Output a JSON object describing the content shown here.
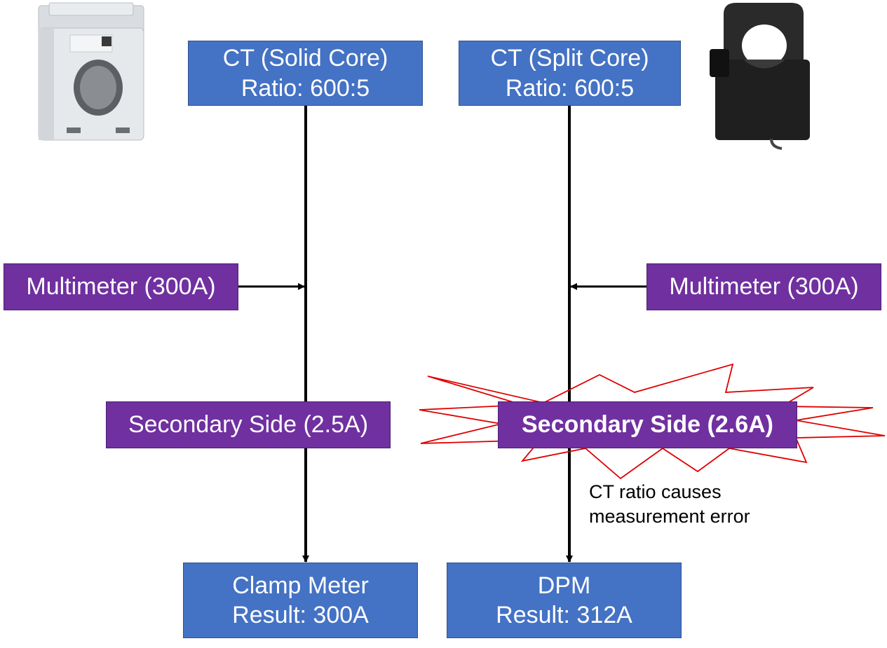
{
  "boxes": {
    "ct_solid": {
      "line1": "CT (Solid Core)",
      "line2": "Ratio: 600:5"
    },
    "ct_split": {
      "line1": "CT (Split Core)",
      "line2": "Ratio: 600:5"
    },
    "multimeter_left": {
      "label": "Multimeter (300A)"
    },
    "multimeter_right": {
      "label": "Multimeter (300A)"
    },
    "secondary_left": {
      "label": "Secondary Side (2.5A)"
    },
    "secondary_right": {
      "label": "Secondary Side (2.6A)"
    },
    "clamp_meter": {
      "line1": "Clamp Meter",
      "line2": "Result: 300A"
    },
    "dpm": {
      "line1": "DPM",
      "line2": "Result: 312A"
    }
  },
  "annotation": {
    "line1": "CT ratio causes",
    "line2": "measurement error"
  },
  "colors": {
    "blue_box": "#4472c4",
    "purple_box": "#7030a0",
    "burst_outline": "#e00000",
    "connector": "#000000"
  },
  "images": {
    "left": "solid-core-ct-photo",
    "right": "split-core-ct-photo"
  }
}
